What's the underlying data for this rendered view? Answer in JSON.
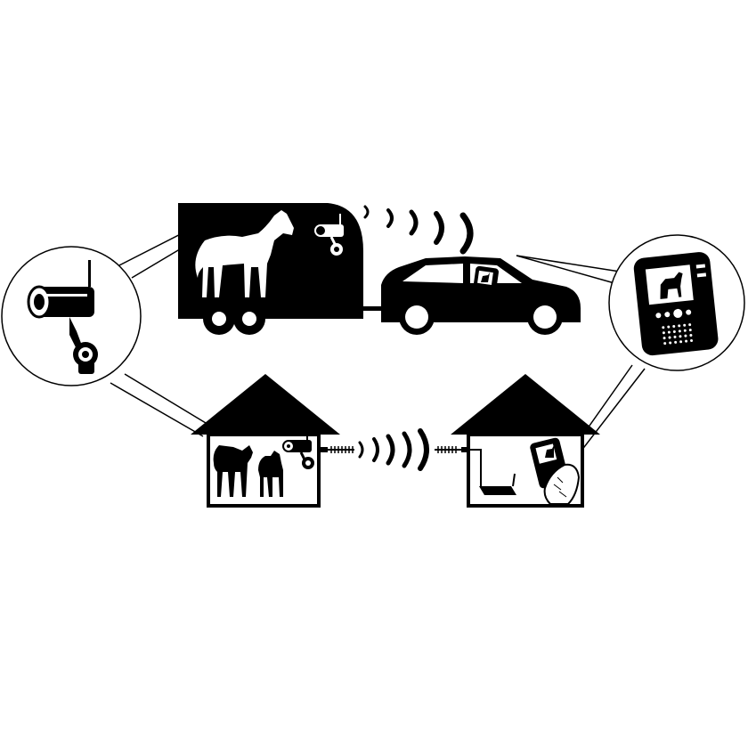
{
  "diagram": {
    "colors": {
      "ink": "#000000",
      "paper": "#ffffff"
    },
    "nodes": [
      {
        "id": "camera-callout",
        "icon": "wireless-camera-icon"
      },
      {
        "id": "trailer",
        "icon": "horse-trailer-icon"
      },
      {
        "id": "car",
        "icon": "car-icon"
      },
      {
        "id": "monitor-callout",
        "icon": "handheld-monitor-icon"
      },
      {
        "id": "stable",
        "icon": "stable-house-icon"
      },
      {
        "id": "house",
        "icon": "receiver-house-icon"
      }
    ],
    "links": [
      {
        "from": "trailer",
        "to": "car",
        "type": "wireless-signal"
      },
      {
        "from": "stable",
        "to": "house",
        "type": "wireless-signal"
      }
    ]
  }
}
